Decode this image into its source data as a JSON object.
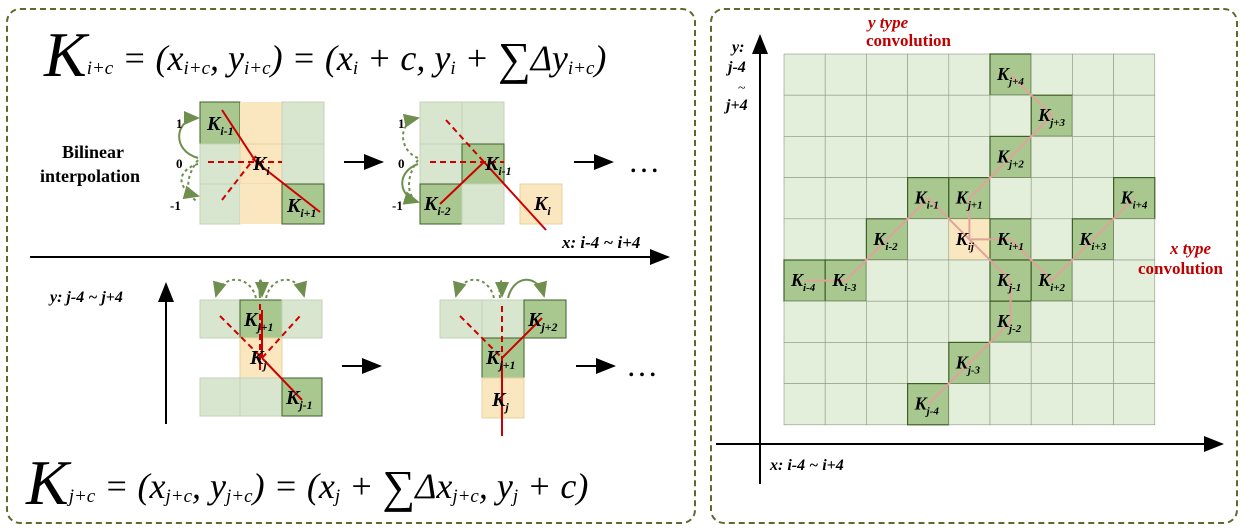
{
  "formula_top": {
    "k": "K",
    "k_sub": "i+c",
    "p1": " = (x",
    "s1": "i+c",
    "p2": ", y",
    "s2": "i+c",
    "p3": ") = (x",
    "s3": "i",
    "p4": " + c, y",
    "s4": "i",
    "p5": " + ",
    "sigma": "∑",
    "p6": "Δy",
    "s5": "i+c",
    "p7": ")"
  },
  "formula_bottom": {
    "k": "K",
    "k_sub": "j+c",
    "p1": " = (x",
    "s1": "j+c",
    "p2": ", y",
    "s2": "j+c",
    "p3": ") = (x",
    "s3": "j",
    "p4": " + ",
    "sigma": "∑",
    "p5": "Δx",
    "s4": "j+c",
    "p6": ", y",
    "s5": "j",
    "p7": " + c)"
  },
  "top_diagram": {
    "bilinear_line1": "Bilinear",
    "bilinear_line2": "interpolation",
    "axis_labels": [
      "1",
      "0",
      "-1"
    ],
    "step1_labels": [
      {
        "k": "K",
        "sub": "i-1"
      },
      {
        "k": "K",
        "sub": "i"
      },
      {
        "k": "K",
        "sub": "i+1"
      }
    ],
    "step2_labels": [
      {
        "k": "K",
        "sub": "i-1"
      },
      {
        "k": "K",
        "sub": "i-2"
      },
      {
        "k": "K",
        "sub": "i"
      }
    ],
    "ellipsis": "…",
    "x_range": "x: i-4 ~ i+4"
  },
  "bottom_diagram": {
    "y_range": "y: j-4 ~ j+4",
    "step1_labels": [
      {
        "k": "K",
        "sub": "j+1"
      },
      {
        "k": "K",
        "sub": "j"
      },
      {
        "k": "K",
        "sub": "j-1"
      }
    ],
    "step2_labels": [
      {
        "k": "K",
        "sub": "j+2"
      },
      {
        "k": "K",
        "sub": "j+1"
      },
      {
        "k": "K",
        "sub": "j"
      }
    ],
    "ellipsis": "…"
  },
  "grid_diagram": {
    "y_axis_lines": [
      "y:",
      "j-4",
      "~",
      "j+4"
    ],
    "x_axis_label": "x: i-4 ~ i+4",
    "y_type_1": "y type",
    "y_type_2": "convolution",
    "x_type_1": "x type",
    "x_type_2": "convolution",
    "center_label": {
      "k": "K",
      "sub": "ij"
    },
    "labels": [
      {
        "k": "K",
        "sub": "j+4",
        "col": 5,
        "row": 0
      },
      {
        "k": "K",
        "sub": "j+3",
        "col": 6,
        "row": 1
      },
      {
        "k": "K",
        "sub": "j+2",
        "col": 5,
        "row": 2
      },
      {
        "k": "K",
        "sub": "j+1",
        "col": 4,
        "row": 3
      },
      {
        "k": "K",
        "sub": "i-1",
        "col": 3,
        "row": 3
      },
      {
        "k": "K",
        "sub": "i+4",
        "col": 8,
        "row": 3
      },
      {
        "k": "K",
        "sub": "i-2",
        "col": 2,
        "row": 4
      },
      {
        "k": "K",
        "sub": "i+1",
        "col": 5,
        "row": 4
      },
      {
        "k": "K",
        "sub": "i+3",
        "col": 7,
        "row": 4
      },
      {
        "k": "K",
        "sub": "i-4",
        "col": 0,
        "row": 5
      },
      {
        "k": "K",
        "sub": "i-3",
        "col": 1,
        "row": 5
      },
      {
        "k": "K",
        "sub": "j-1",
        "col": 5,
        "row": 5
      },
      {
        "k": "K",
        "sub": "i+2",
        "col": 6,
        "row": 5
      },
      {
        "k": "K",
        "sub": "j-2",
        "col": 5,
        "row": 6
      },
      {
        "k": "K",
        "sub": "j-3",
        "col": 4,
        "row": 7
      },
      {
        "k": "K",
        "sub": "j-4",
        "col": 3,
        "row": 8
      }
    ],
    "center": {
      "col": 4,
      "row": 4
    },
    "y_path": [
      [
        3,
        8
      ],
      [
        4,
        7
      ],
      [
        5,
        6
      ],
      [
        5,
        5
      ],
      [
        4,
        4
      ],
      [
        4,
        3
      ],
      [
        5,
        2
      ],
      [
        6,
        1
      ],
      [
        5,
        0
      ]
    ],
    "x_path": [
      [
        0,
        5
      ],
      [
        1,
        5
      ],
      [
        2,
        4
      ],
      [
        3,
        3
      ],
      [
        4,
        4
      ],
      [
        5,
        4
      ],
      [
        6,
        5
      ],
      [
        7,
        4
      ],
      [
        8,
        3
      ]
    ]
  },
  "colors": {
    "panel_border": "#5b6b2e",
    "grid_fill": "#e3eedb",
    "grid_line": "#8a9a80",
    "kernel_fill": "#a9c88f",
    "kernel_border": "#3f5f2a",
    "center_fill": "#fbe7bf",
    "offset_line": "#cc0000",
    "path_line": "#e0a39a",
    "label_red": "#c00000",
    "arrow_green": "#6e8f4e"
  }
}
